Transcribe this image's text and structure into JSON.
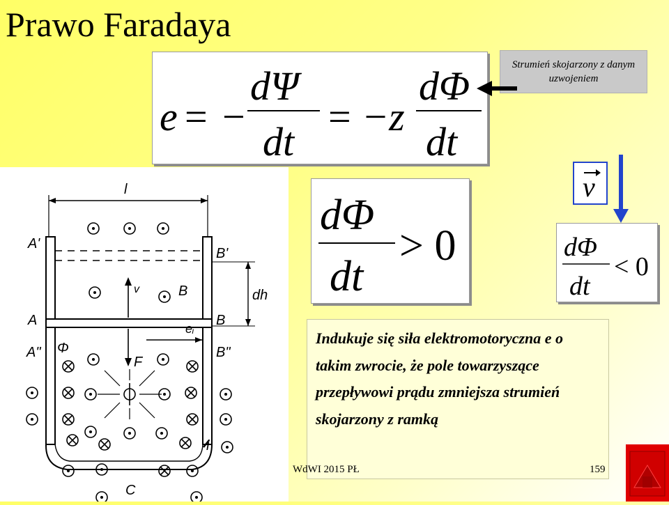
{
  "slide": {
    "title": "Prawo Faradaya",
    "callout": "Strumień skojarzony z danym uzwojeniem",
    "text_box": "Indukuje się siła elektromotoryczna e o takim zwrocie, że pole towarzyszące przepływowi prądu zmniejsza strumień skojarzony z ramką",
    "footer_left": "WdWI 2015 PŁ",
    "footer_right": "159"
  },
  "equations": {
    "main": {
      "e": "e",
      "eq": "=",
      "minus": "−",
      "d_psi": "dΨ",
      "dt": "dt",
      "minus_z": "−z",
      "d_phi": "dΦ"
    },
    "increase": {
      "d_phi": "dΦ",
      "dt": "dt",
      "rel": "> 0"
    },
    "decrease": {
      "d_phi": "dΦ",
      "dt": "dt",
      "rel": "< 0"
    },
    "velocity": "v"
  },
  "figure": {
    "labels": {
      "l": "l",
      "A_prime": "A'",
      "B_prime": "B'",
      "A": "A",
      "B": "B",
      "A_dbl": "A\"",
      "B_dbl": "B\"",
      "dh": "dh",
      "v": "v",
      "B_vec": "B",
      "F": "F",
      "ei": "eᵢ",
      "phi": "Φ",
      "i": "i",
      "C": "C"
    }
  },
  "colors": {
    "arrow_blue": "#2244cc",
    "nav_red": "#e00000",
    "callout_gray": "#c9c9c9"
  }
}
